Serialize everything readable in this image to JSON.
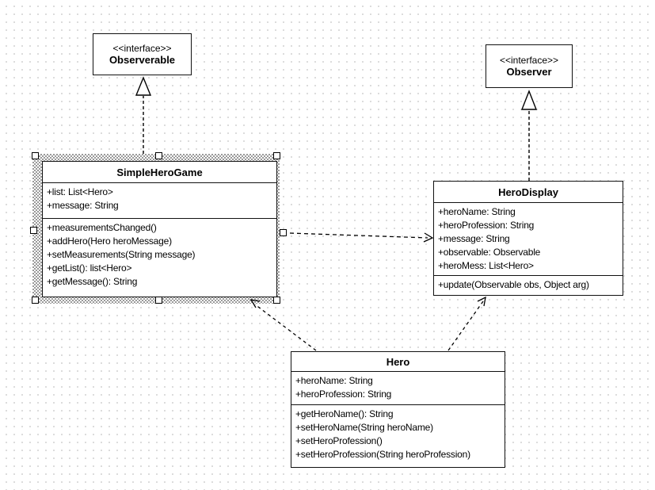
{
  "colors": {
    "line": "#000000",
    "box_fill": "#ffffff",
    "grid_dot": "#dcdcdc",
    "selection_hatch": "#9a9a9a",
    "selection_handle_fill": "#ffffff"
  },
  "selection": {
    "target": "SimpleHeroGame"
  },
  "interfaces": [
    {
      "stereotype": "<<interface>>",
      "name": "Observerable"
    },
    {
      "stereotype": "<<interface>>",
      "name": "Observer"
    }
  ],
  "classes": [
    {
      "name": "SimpleHeroGame",
      "attributes": [
        "+list: List<Hero>",
        "+message: String"
      ],
      "methods": [
        "+measurementsChanged()",
        "+addHero(Hero heroMessage)",
        "+setMeasurements(String message)",
        "+getList(): list<Hero>",
        "+getMessage(): String"
      ]
    },
    {
      "name": "HeroDisplay",
      "attributes": [
        "+heroName: String",
        "+heroProfession: String",
        "+message: String",
        "+observable: Observable",
        "+heroMess: List<Hero>"
      ],
      "methods": [
        "+update(Observable obs, Object arg)"
      ]
    },
    {
      "name": "Hero",
      "attributes": [
        "+heroName: String",
        "+heroProfession: String"
      ],
      "methods": [
        "+getHeroName(): String",
        "+setHeroName(String heroName)",
        "+setHeroProfession()",
        "+setHeroProfession(String heroProfession)"
      ]
    }
  ],
  "relationships": [
    {
      "type": "realization",
      "from": "SimpleHeroGame",
      "to": "Observerable",
      "line": "dashed",
      "arrow": "hollow-triangle"
    },
    {
      "type": "realization",
      "from": "HeroDisplay",
      "to": "Observer",
      "line": "dashed",
      "arrow": "hollow-triangle"
    },
    {
      "type": "dependency",
      "from": "SimpleHeroGame",
      "to": "HeroDisplay",
      "line": "dashed",
      "arrow": "open"
    },
    {
      "type": "dependency",
      "from": "Hero",
      "to": "SimpleHeroGame",
      "line": "dashed",
      "arrow": "open"
    },
    {
      "type": "dependency",
      "from": "Hero",
      "to": "HeroDisplay",
      "line": "dashed",
      "arrow": "open"
    }
  ]
}
